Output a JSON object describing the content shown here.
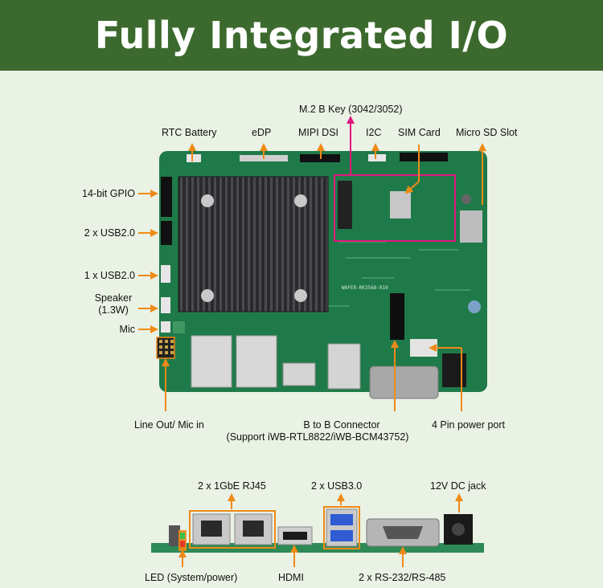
{
  "title": "Fully Integrated I/O",
  "top_board": {
    "labels": {
      "m2": "M.2 B Key (3042/3052)",
      "rtc": "RTC Battery",
      "edp": "eDP",
      "mipi": "MIPI DSI",
      "i2c": "I2C",
      "sim": "SIM Card",
      "microsd": "Micro SD Slot",
      "gpio": "14-bit GPIO",
      "usb2x2": "2 x USB2.0",
      "usb2x1": "1 x USB2.0",
      "speaker_1": "Speaker",
      "speaker_2": "(1.3W)",
      "mic": "Mic",
      "lineout": "Line Out/ Mic in",
      "b2b_1": "B to B Connector",
      "b2b_2": "(Support iWB-RTL8822/iWB-BCM43752)",
      "power4pin": "4 Pin power port"
    },
    "silkscreen": "WAFER-RK3568-R10"
  },
  "bottom_board": {
    "labels": {
      "rj45": "2 x 1GbE RJ45",
      "usb3": "2 x USB3.0",
      "dcjack": "12V DC jack",
      "led": "LED (System/power)",
      "hdmi": "HDMI",
      "rs232": "2 x RS-232/RS-485"
    }
  },
  "colors": {
    "banner": "#3c6a2e",
    "arrow": "#f08a16",
    "m2_highlight": "#e0177e",
    "board": "#1f7a4a",
    "heatsink": "#2b2b2e"
  }
}
